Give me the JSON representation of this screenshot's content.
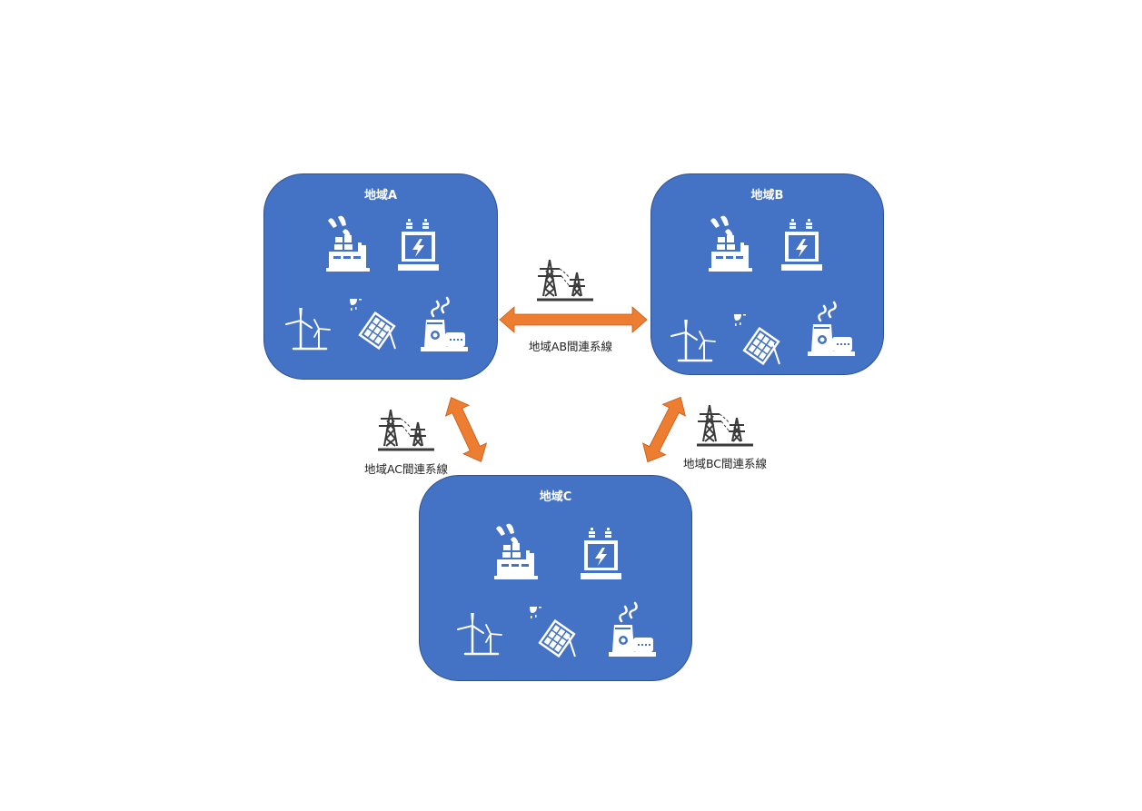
{
  "regions": [
    {
      "id": "a",
      "title": "地域A"
    },
    {
      "id": "b",
      "title": "地域B"
    },
    {
      "id": "c",
      "title": "地域C"
    }
  ],
  "links": [
    {
      "id": "ab",
      "label": "地域AB間連系線"
    },
    {
      "id": "ac",
      "label": "地域AC間連系線"
    },
    {
      "id": "bc",
      "label": "地域BC間連系線"
    }
  ],
  "colors": {
    "region": "#4472C4",
    "arrow": "#ED7D31",
    "tower": "#3A3A3A"
  }
}
